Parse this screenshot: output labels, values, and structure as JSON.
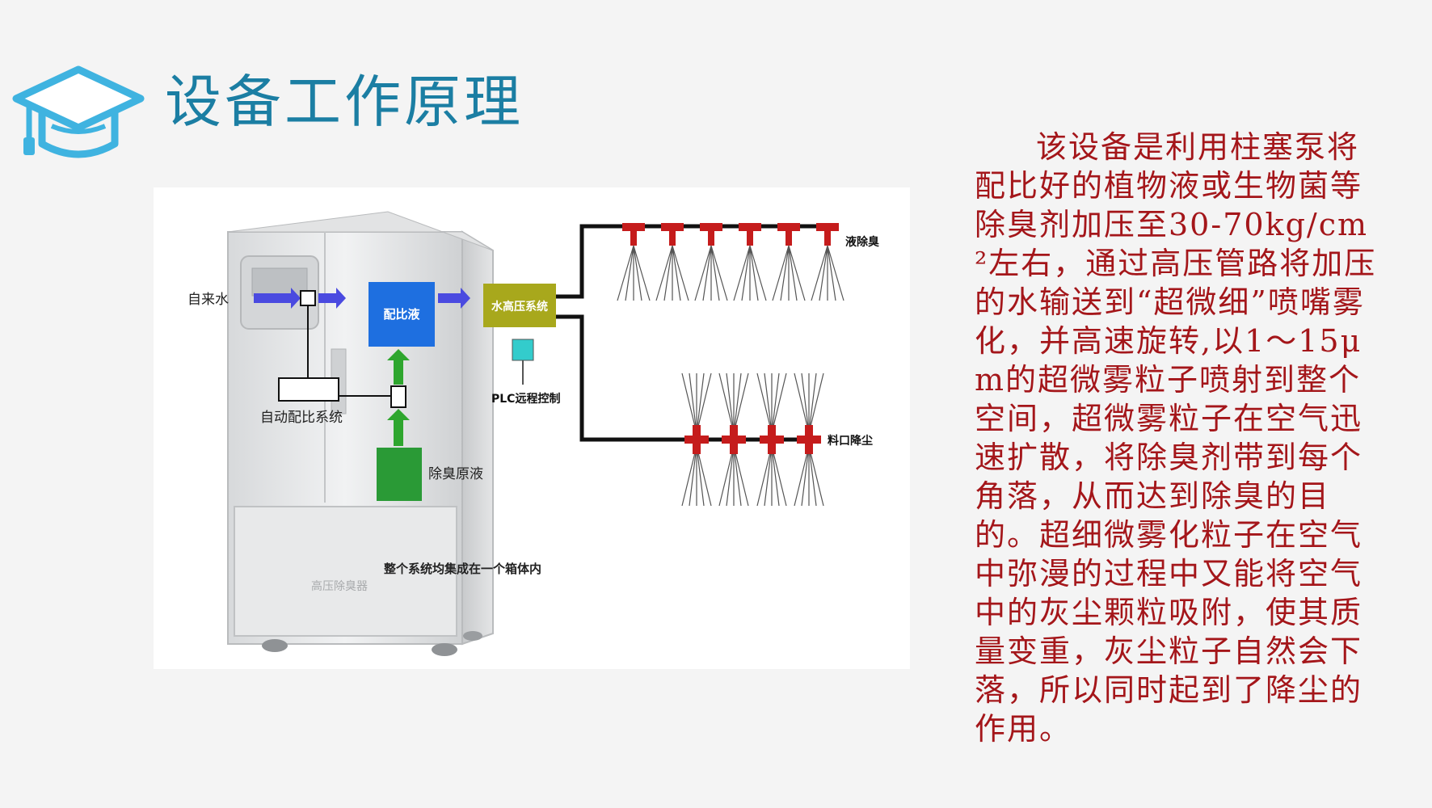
{
  "slide": {
    "title": "设备工作原理",
    "icon": "graduation-cap-icon"
  },
  "diagram": {
    "labels": {
      "tap_water": "自来水",
      "mix_liquid": "配比液",
      "hp_system": "水高压系统",
      "liquid_deodor": "液除臭",
      "plc": "PLC远程控制",
      "auto_ratio": "自动配比系统",
      "raw_liquid": "除臭原液",
      "outlet_dust": "料口降尘",
      "integrated": "整个系统均集成在一个箱体内",
      "machine_plate": "高压除臭器"
    },
    "colors": {
      "mix_box": "#1e6fe0",
      "hp_box": "#a8a81c",
      "raw_box": "#2a9a36",
      "plc_box": "#33cccc",
      "nozzle": "#c51c1c",
      "flow_arrow": "#4a4ae0",
      "green_arrow": "#2ea62e"
    }
  },
  "description": {
    "text": "该设备是利用柱塞泵将配比好的植物液或生物菌等除臭剂加压至30-70kg/cm²左右，通过高压管路将加压的水输送到“超微细”喷嘴雾化，并高速旋转,以1～15μm的超微雾粒子喷射到整个空间，超微雾粒子在空气迅速扩散，将除臭剂带到每个角落，从而达到除臭的目的。超细微雾化粒子在空气中弥漫的过程中又能将空气中的灰尘颗粒吸附，使其质量变重，灰尘粒子自然会下落，所以同时起到了降尘的作用。"
  }
}
